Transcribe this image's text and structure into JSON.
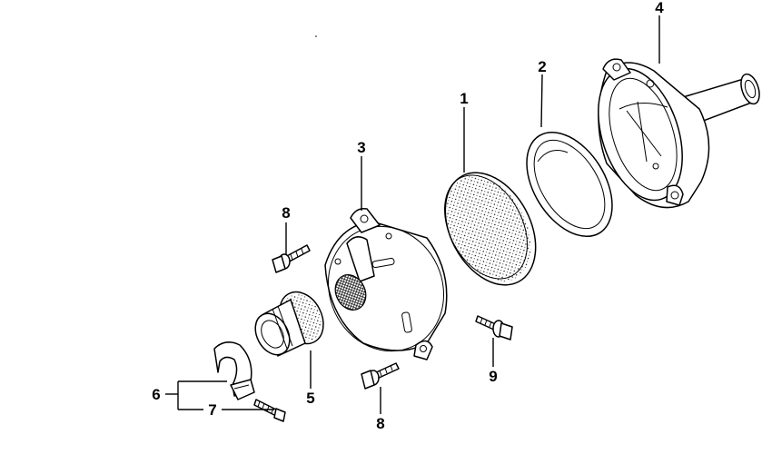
{
  "callouts": {
    "c1": "1",
    "c2": "2",
    "c3": "3",
    "c4": "4",
    "c5": "5",
    "c6": "6",
    "c7": "7",
    "c8a": "8",
    "c8b": "8",
    "c9": "9"
  },
  "colors": {
    "ink": "#000000",
    "paper": "#ffffff"
  }
}
